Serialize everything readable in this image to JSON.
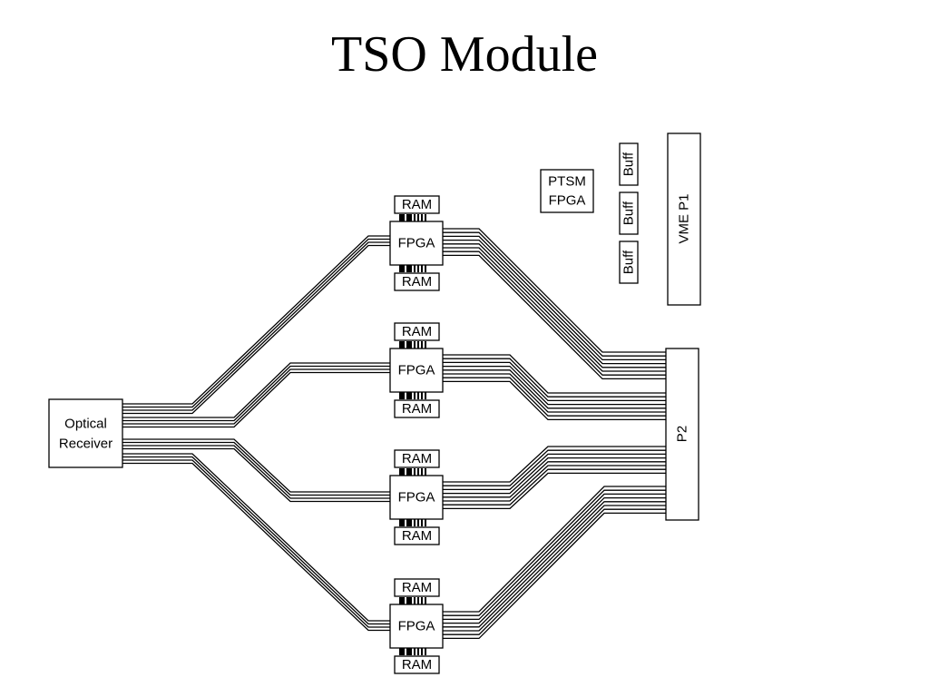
{
  "title": "TSO Module",
  "labels": {
    "optical_receiver_line1": "Optical",
    "optical_receiver_line2": "Receiver",
    "fpga": "FPGA",
    "ram": "RAM",
    "ptsm_line1": "PTSM",
    "ptsm_line2": "FPGA",
    "buff": "Buff",
    "vme_p1": "VME P1",
    "p2": "P2"
  }
}
